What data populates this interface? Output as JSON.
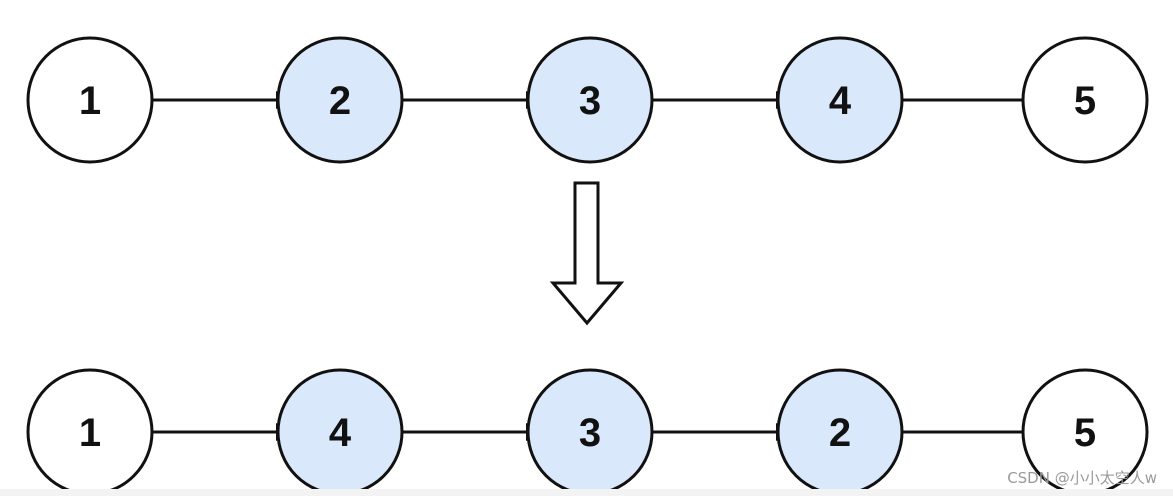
{
  "diagram": {
    "before": {
      "nodes": [
        {
          "label": "1",
          "highlighted": false
        },
        {
          "label": "2",
          "highlighted": true
        },
        {
          "label": "3",
          "highlighted": true
        },
        {
          "label": "4",
          "highlighted": true
        },
        {
          "label": "5",
          "highlighted": false
        }
      ]
    },
    "after": {
      "nodes": [
        {
          "label": "1",
          "highlighted": false
        },
        {
          "label": "4",
          "highlighted": true
        },
        {
          "label": "3",
          "highlighted": true
        },
        {
          "label": "2",
          "highlighted": true
        },
        {
          "label": "5",
          "highlighted": false
        }
      ]
    }
  },
  "colors": {
    "highlight_fill": "#dae8fc",
    "plain_fill": "#ffffff",
    "stroke": "#111111"
  },
  "watermark": "CSDN @小小太空人w"
}
